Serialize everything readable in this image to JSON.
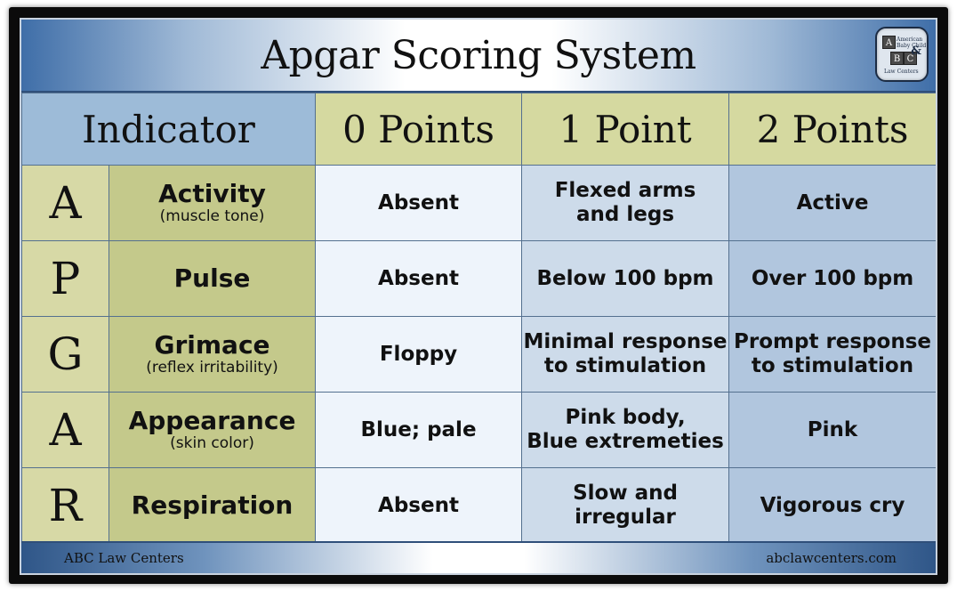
{
  "title": "Apgar Scoring System",
  "logo": {
    "letters": [
      "A",
      "B",
      "C"
    ],
    "amp": "&",
    "text": "American Baby Child",
    "subtext": "Law Centers"
  },
  "headers": {
    "indicator": "Indicator",
    "zero": "0 Points",
    "one": "1 Point",
    "two": "2 Points"
  },
  "rows": [
    {
      "letter": "A",
      "name": "Activity",
      "sub": "(muscle tone)",
      "zero": "Absent",
      "one": "Flexed arms\nand legs",
      "two": "Active"
    },
    {
      "letter": "P",
      "name": "Pulse",
      "sub": "",
      "zero": "Absent",
      "one": "Below 100 bpm",
      "two": "Over 100 bpm"
    },
    {
      "letter": "G",
      "name": "Grimace",
      "sub": "(reflex irritability)",
      "zero": "Floppy",
      "one": "Minimal response\nto stimulation",
      "two": "Prompt response\nto stimulation"
    },
    {
      "letter": "A",
      "name": "Appearance",
      "sub": "(skin color)",
      "zero": "Blue; pale",
      "one": "Pink body,\nBlue extremeties",
      "two": "Pink"
    },
    {
      "letter": "R",
      "name": "Respiration",
      "sub": "",
      "zero": "Absent",
      "one": "Slow and\nirregular",
      "two": "Vigorous cry"
    }
  ],
  "footer": {
    "left": "ABC Law Centers",
    "right": "abclawcenters.com"
  },
  "colors": {
    "header_indicator": "#9dbbd8",
    "header_points": "#d5d9a0",
    "letter_col": "#d7d9a6",
    "name_col": "#c4c98b",
    "zero_col": "#eef4fb",
    "one_col": "#cddbea",
    "two_col": "#b1c6de"
  }
}
